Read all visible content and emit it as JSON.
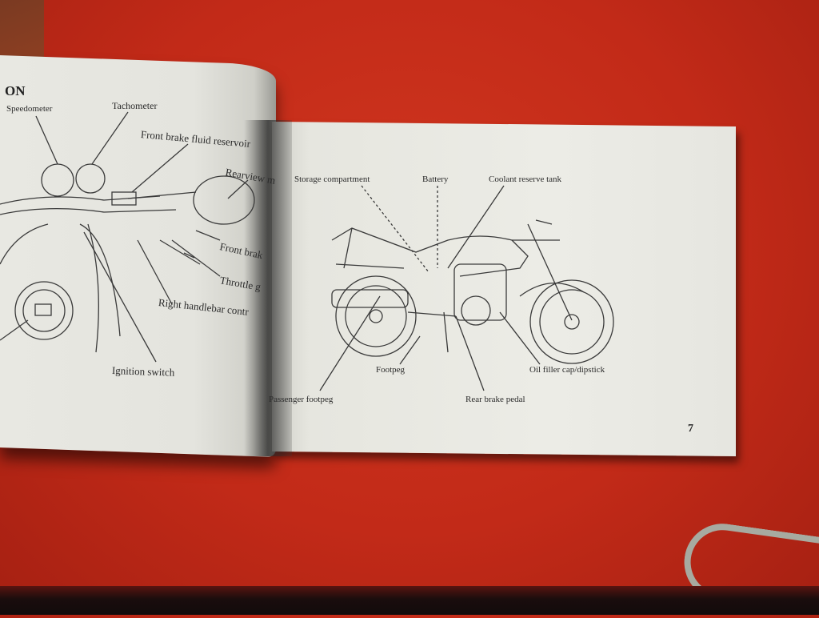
{
  "document": {
    "type": "owner-manual-photo",
    "left_page": {
      "section_title_fragment": "ON",
      "labels": {
        "speedometer": "Speedometer",
        "tachometer": "Tachometer",
        "front_brake_fluid_reservoir": "Front brake fluid reservoir",
        "rearview_mirror": "Rearview m",
        "front_brake_lever": "Front brak",
        "throttle_grip": "Throttle g",
        "right_handlebar_controls": "Right handlebar contr",
        "ignition_switch": "Ignition switch"
      }
    },
    "right_page": {
      "labels": {
        "storage_compartment": "Storage compartment",
        "battery": "Battery",
        "coolant_reserve_tank": "Coolant reserve tank",
        "footpeg": "Footpeg",
        "oil_filler_cap": "Oil filler cap/dipstick",
        "passenger_footpeg": "Passenger footpeg",
        "rear_brake_pedal": "Rear brake pedal"
      },
      "page_number": "7"
    }
  },
  "colors": {
    "table_red": "#c22a18",
    "paper": "#e8e8e2",
    "ink": "#2b2b2b"
  }
}
